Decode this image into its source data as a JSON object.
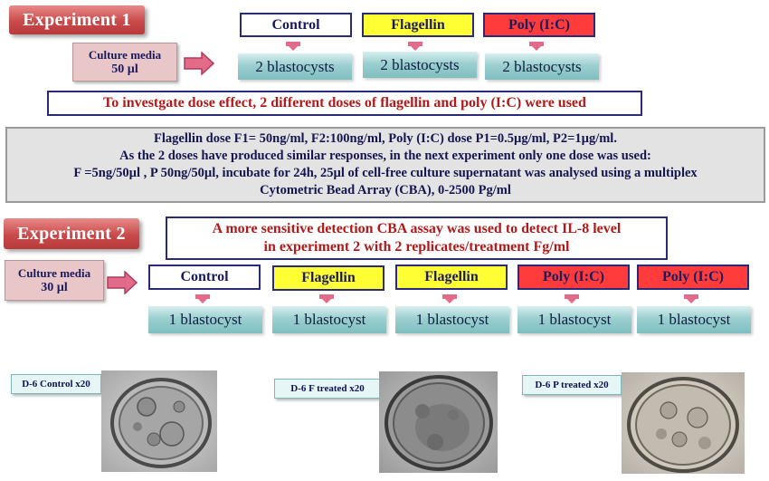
{
  "experiment1": {
    "tab": "Experiment 1",
    "media_line1": "Culture media",
    "media_line2": "50 µl",
    "treatments": [
      {
        "label": "Control",
        "type": "control"
      },
      {
        "label": "Flagellin",
        "type": "flagellin"
      },
      {
        "label": "Poly (I:C)",
        "type": "poly"
      }
    ],
    "blastocysts": [
      "2 blastocysts",
      "2 blastocysts",
      "2 blastocysts"
    ],
    "dose_banner": "To investgate dose effect, 2 different doses of flagellin and poly (I:C) were used",
    "details": [
      "Flagellin dose F1= 50ng/ml, F2:100ng/ml, Poly (I:C) dose P1=0.5µg/ml, P2=1µg/ml.",
      "As the 2 doses have produced similar responses, in the next experiment only one dose was used:",
      "F =5ng/50µl , P 50ng/50µl,  incubate for 24h,  25µl of cell-free culture supernatant was analysed using a multiplex",
      "Cytometric Bead Array  (CBA), 0-2500 Pg/ml"
    ]
  },
  "experiment2": {
    "tab": "Experiment 2",
    "banner_line1": "A more sensitive detection CBA assay was used to detect IL-8 level",
    "banner_line2": "in experiment 2 with 2 replicates/treatment  Fg/ml",
    "media_line1": "Culture media",
    "media_line2": "30 µl",
    "treatments": [
      {
        "label": "Control",
        "type": "control"
      },
      {
        "label": "Flagellin",
        "type": "flagellin"
      },
      {
        "label": "Flagellin",
        "type": "flagellin"
      },
      {
        "label": "Poly (I:C)",
        "type": "poly"
      },
      {
        "label": "Poly (I:C)",
        "type": "poly"
      }
    ],
    "blastocysts": [
      "1 blastocyst",
      "1 blastocyst",
      "1 blastocyst",
      "1 blastocyst",
      "1 blastocyst"
    ]
  },
  "micrographs": [
    {
      "label": "D-6 Control x20"
    },
    {
      "label": "D-6  F treated  x20"
    },
    {
      "label": "D-6  P treated x20"
    }
  ],
  "colors": {
    "tab": "#c94a4a",
    "flagellin": "#ffff33",
    "poly": "#ff3b3b",
    "banner_text": "#b11a1a",
    "blastocyst": "#9ccfd0",
    "arrow": "#e36b8a"
  }
}
